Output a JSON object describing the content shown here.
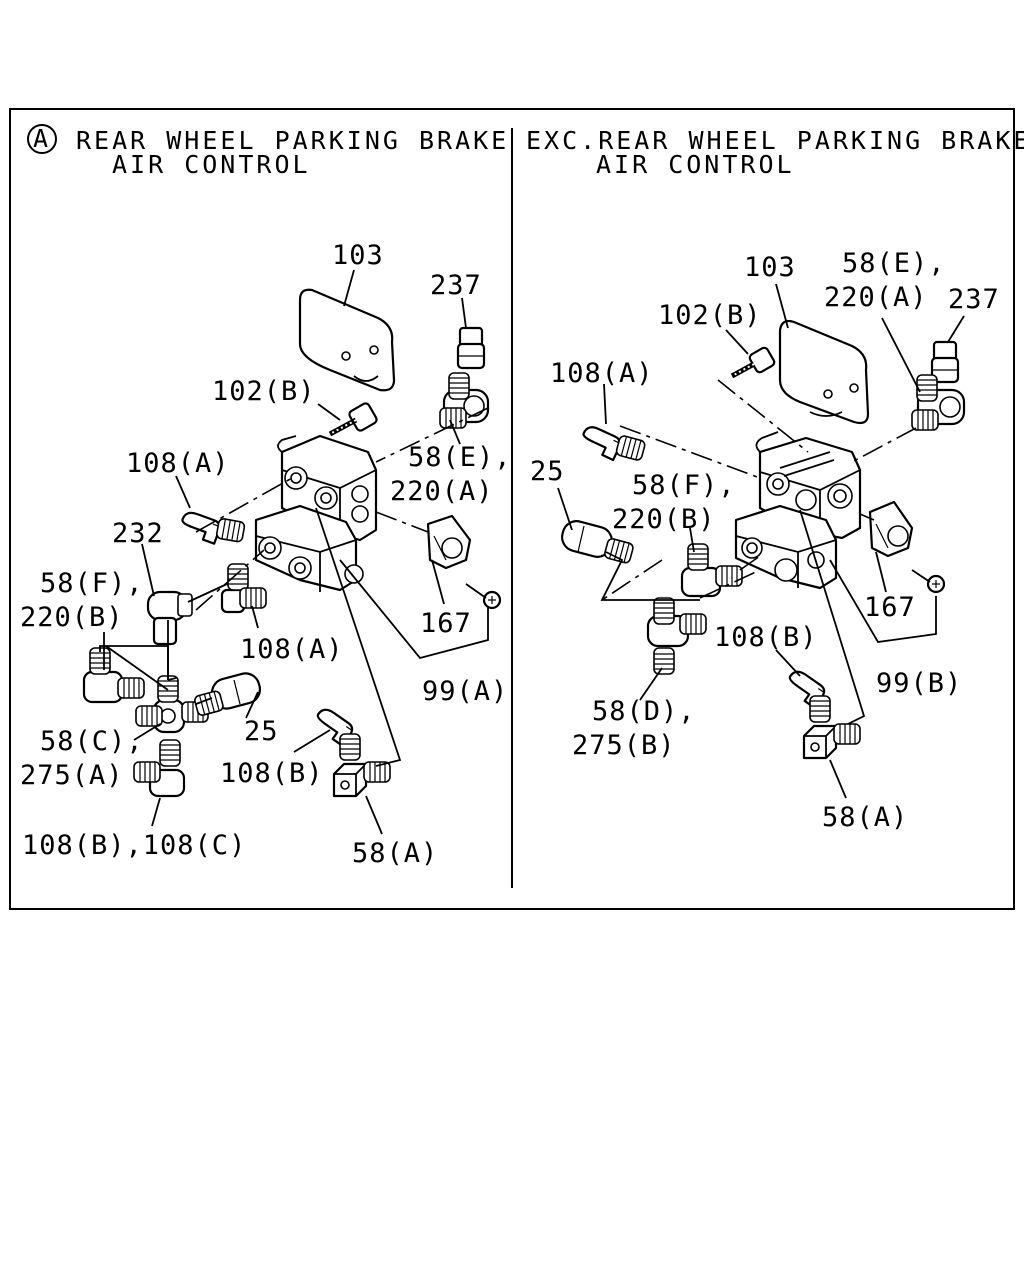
{
  "left_panel": {
    "symbol": "A",
    "title_line1": "REAR WHEEL PARKING BRAKE",
    "title_line2": "AIR CONTROL",
    "labels": {
      "p103": "103",
      "p237": "237",
      "p102b": "102(B)",
      "p58e": "58(E),",
      "p220a": "220(A)",
      "p108a_1": "108(A)",
      "p232": "232",
      "p58f": "58(F),",
      "p220b": "220(B)",
      "p108a_2": "108(A)",
      "p167": "167",
      "p99a": "99(A)",
      "p58c": "58(C),",
      "p275a": "275(A)",
      "p25": "25",
      "p108b": "108(B)",
      "p108bc": "108(B),108(C)",
      "p58a": "58(A)"
    }
  },
  "right_panel": {
    "title_line1": "EXC.REAR WHEEL PARKING BRAKE",
    "title_line2": "AIR CONTROL",
    "labels": {
      "p103": "103",
      "p58e": "58(E),",
      "p220a": "220(A)",
      "p237": "237",
      "p102b": "102(B)",
      "p108a": "108(A)",
      "p25": "25",
      "p58f": "58(F),",
      "p220b": "220(B)",
      "p167": "167",
      "p108b": "108(B)",
      "p99b": "99(B)",
      "p58d": "58(D),",
      "p275b": "275(B)",
      "p58a": "58(A)"
    }
  }
}
